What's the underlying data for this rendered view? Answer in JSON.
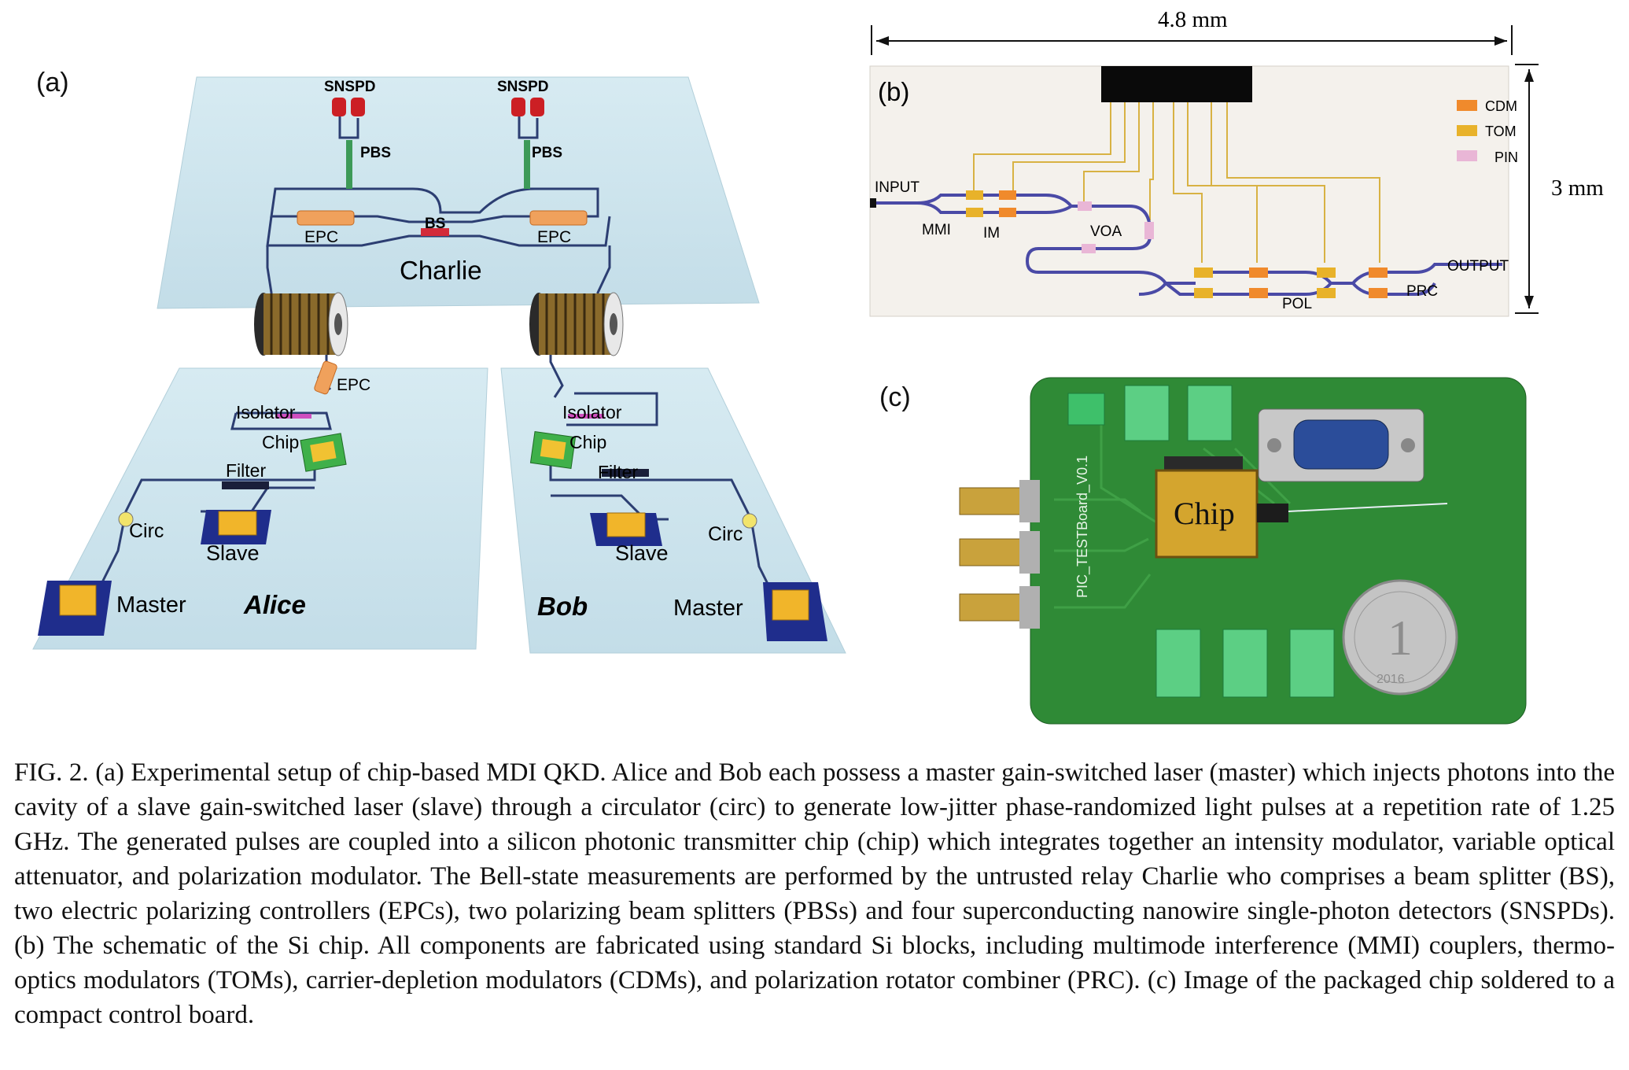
{
  "figure": {
    "panel_a": {
      "tag": "(a)",
      "charlie": {
        "name": "Charlie",
        "snspd_left": "SNSPD",
        "snspd_right": "SNSPD",
        "pbs_left": "PBS",
        "pbs_right": "PBS",
        "epc_left": "EPC",
        "epc_right": "EPC",
        "bs": "BS"
      },
      "alice": {
        "name": "Alice",
        "epc": "EPC",
        "isolator": "Isolator",
        "chip": "Chip",
        "filter": "Filter",
        "circ": "Circ",
        "slave": "Slave",
        "master": "Master"
      },
      "bob": {
        "name": "Bob",
        "isolator": "Isolator",
        "chip": "Chip",
        "filter": "Filter",
        "circ": "Circ",
        "slave": "Slave",
        "master": "Master"
      }
    },
    "panel_b": {
      "tag": "(b)",
      "width_label": "4.8 mm",
      "height_label": "3 mm",
      "legend": [
        {
          "label": "CDM",
          "color": "#f08a2c"
        },
        {
          "label": "TOM",
          "color": "#e8b22a"
        },
        {
          "label": "PIN",
          "color": "#e9b6d6"
        }
      ],
      "labels": {
        "input": "INPUT",
        "mmi": "MMI",
        "im": "IM",
        "voa": "VOA",
        "output": "OUTPUT",
        "pol": "POL",
        "prc": "PRC"
      },
      "waveguide_color": "#4a4aa6"
    },
    "panel_c": {
      "tag": "(c)",
      "chip_label": "Chip",
      "board_text": "PIC_TESTBoard_V0.1",
      "coin_text": "1",
      "coin_year": "2016",
      "board_color": "#2f8a36"
    }
  },
  "caption": {
    "text": "FIG. 2.    (a) Experimental setup of chip-based MDI QKD. Alice and Bob each possess a master gain-switched laser (master) which injects photons into the cavity of a slave gain-switched laser (slave) through a circulator (circ) to generate low-jitter phase-randomized light pulses at a repetition rate of 1.25 GHz. The generated pulses are coupled into a silicon photonic transmitter chip (chip) which integrates together an intensity modulator, variable optical attenuator, and polarization modulator. The Bell-state measurements are performed by the untrusted relay Charlie who comprises a beam splitter (BS), two electric polarizing controllers (EPCs), two polarizing beam splitters (PBSs) and four superconducting nanowire single-photon detectors (SNSPDs). (b) The schematic of the Si chip. All components are fabricated using standard Si blocks, including multimode interference (MMI) couplers, thermo-optics modulators (TOMs), carrier-depletion modulators (CDMs), and polarization rotator combiner (PRC). (c) Image of the packaged chip soldered to a compact control board."
  }
}
